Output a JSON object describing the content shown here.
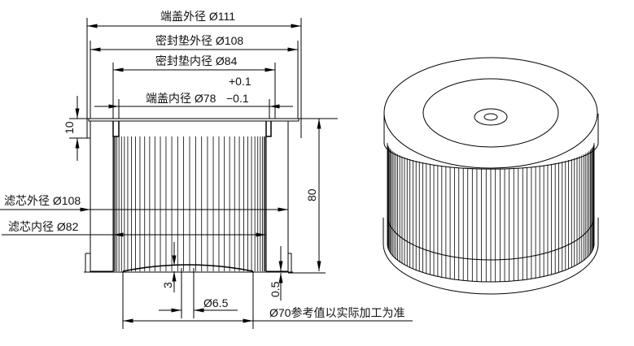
{
  "dimensions": {
    "end_cap_outer_dia": "端盖外径",
    "end_cap_outer_val": "Ø111",
    "seal_outer_dia": "密封垫外径",
    "seal_outer_val": "Ø108",
    "seal_inner_dia": "密封垫内径",
    "seal_inner_val": "Ø84",
    "end_cap_inner_dia": "端盖内径",
    "end_cap_inner_val": "Ø78",
    "tol_plus": "+0.1",
    "tol_minus": "−0.1",
    "cap_height": "10",
    "total_height": "80",
    "element_outer_dia": "滤芯外径",
    "element_outer_val": "Ø108",
    "element_inner_dia": "滤芯内径",
    "element_inner_val": "Ø82",
    "arc_depth": "3",
    "hole_dia": "Ø6.5",
    "rim_gap": "0.5",
    "ref_note": "Ø70参考值以实际加工为准"
  },
  "colors": {
    "line": "#000000",
    "background": "#ffffff"
  }
}
